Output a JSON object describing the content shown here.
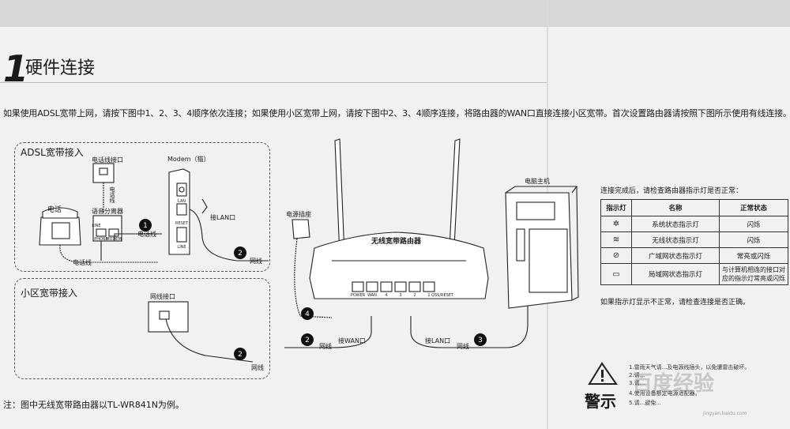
{
  "heading": {
    "number": "1",
    "title": "硬件连接"
  },
  "intro": "如果使用ADSL宽带上网，请按下图中1、2、3、4顺序依次连接；如果使用小区宽带上网，请按下图中2、3、4顺序连接，将路由器的WAN口直接连接小区宽带。首次设置路由器请按照下图所示使用有线连接。",
  "adsl": {
    "title": "ADSL宽带接入",
    "phone_jack": "电话线接口",
    "modem": "Modem（猫）",
    "phone": "电话",
    "splitter": "语音分离器",
    "line": "电话线",
    "line_v": "电话线",
    "jack_labels": [
      "LINE",
      "PHONE",
      "MODEM"
    ],
    "to_lan": "接LAN口",
    "cable": "网线",
    "modem_ports": [
      "LAN",
      "RESET",
      "LINE"
    ]
  },
  "community": {
    "title": "小区宽带接入",
    "jack": "网线接口",
    "cable": "网线"
  },
  "router": {
    "name": "无线宽带路由器",
    "power_socket": "电源插座",
    "ports": [
      "POWER",
      "WAN",
      "4",
      "3",
      "2",
      "1",
      "QSS/RESET"
    ],
    "to_wan": "接WAN口",
    "to_lan": "接LAN口",
    "cable": "网线"
  },
  "pc": {
    "name": "电脑主机"
  },
  "steps": [
    "1",
    "2",
    "3",
    "4"
  ],
  "indicators": {
    "intro": "连接完成后，请检查路由器指示灯是否正常：",
    "headers": [
      "指示灯",
      "名称",
      "正常状态"
    ],
    "rows": [
      {
        "icon": "sun-icon",
        "glyph": "✲",
        "name": "系统状态指示灯",
        "state": "闪烁"
      },
      {
        "icon": "wifi-icon",
        "glyph": "≋",
        "name": "无线状态指示灯",
        "state": "闪烁"
      },
      {
        "icon": "globe-icon",
        "glyph": "⊘",
        "name": "广域网状态指示灯",
        "state": "常亮或闪烁"
      },
      {
        "icon": "monitor-icon",
        "glyph": "▭",
        "name": "局域网状态指示灯",
        "state": "与计算机相连的接口对应的指示灯常亮或闪烁"
      }
    ],
    "footer": "如果指示灯显示不正常，请检查连接是否正确。"
  },
  "note": "注：图中无线宽带路由器以TL-WR841N为例。",
  "warning": {
    "title": "警示",
    "items": [
      "1.雷雨天气请...及电源线插头，以免遭雷击破坏。",
      "2.请...",
      "3.请...",
      "4.使用设备额定电源适配器。",
      "5.请...避免..."
    ]
  },
  "watermark": {
    "text": "百度经验",
    "url": "jingyan.baidu.com"
  },
  "colors": {
    "paper": "#f2f1ef",
    "ink": "#1a1a1a"
  }
}
